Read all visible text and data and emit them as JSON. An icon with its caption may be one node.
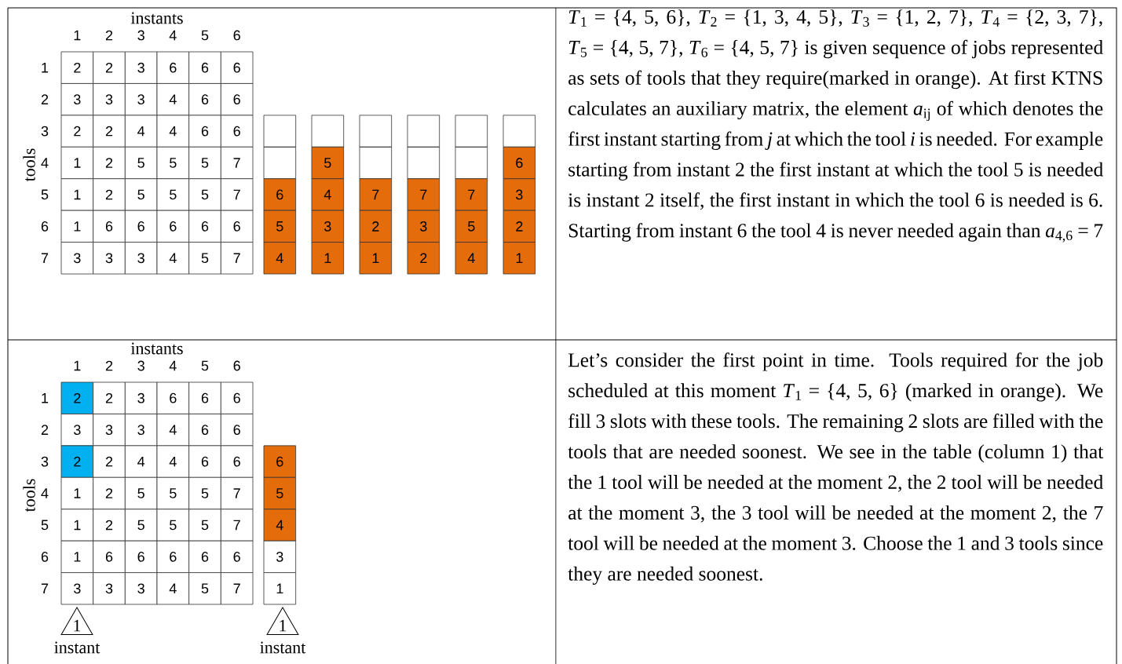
{
  "diagram": {
    "nodes": [
      {
        "text": [
          "1"
        ],
        "beside": [
          "instant"
        ]
      },
      {
        "text": [
          "1"
        ],
        "beside": [
          "instant"
        ]
      }
    ],
    "labels": [
      "instants",
      "1",
      "2",
      "3",
      "4",
      "5",
      "6",
      "1",
      "2",
      "2",
      "3",
      "6",
      "6",
      "6",
      "2",
      "3",
      "3",
      "3",
      "4",
      "6",
      "6",
      "3",
      "2",
      "2",
      "4",
      "4",
      "6",
      "6",
      "4",
      "1",
      "2",
      "5",
      "5",
      "5",
      "7",
      "5",
      "1",
      "2",
      "5",
      "5",
      "5",
      "7",
      "6",
      "1",
      "6",
      "6",
      "6",
      "6",
      "6",
      "7",
      "3",
      "3",
      "3",
      "4",
      "5",
      "7",
      "tools",
      "6",
      "5",
      "4",
      "5",
      "4",
      "3",
      "1",
      "7",
      "2",
      "1",
      "7",
      "3",
      "2",
      "7",
      "5",
      "4",
      "6",
      "3",
      "2",
      "1",
      "*T*$_{1}$ = {4, 5, 6}, *T*$_{2}$ = {1, 3, 4, 5}, *T*$_{3}$ = {1, 2, 7}, *T*$_{4}$ = {2, 3, 7}, *T*$_{5}$ = {4, 5, 7}, *T*$_{6}$ = {4, 5, 7} is given sequence of jobs represented as sets of tools that they require(marked in orange). At first KTNS calculates an auxiliary matrix, the element *a*$_{ij}$ of which denotes the first instant starting from *j* at which the tool *i* is needed. For example starting from instant 2 the first instant at which the tool 5 is needed is instant 2 itself, the first instant in which the tool 6 is needed is 6. Starting from instant 6 the tool 4 is never needed again than *a*$_{4,6}$ = 7",
      "instants",
      "1",
      "2",
      "3",
      "4",
      "5",
      "6",
      "1",
      "2",
      "2",
      "3",
      "6",
      "6",
      "6",
      "2",
      "3",
      "3",
      "3",
      "4",
      "6",
      "6",
      "3",
      "2",
      "2",
      "4",
      "4",
      "6",
      "6",
      "4",
      "1",
      "2",
      "5",
      "5",
      "5",
      "7",
      "5",
      "1",
      "2",
      "5",
      "5",
      "5",
      "7",
      "6",
      "1",
      "6",
      "6",
      "6",
      "6",
      "6",
      "7",
      "3",
      "3",
      "3",
      "4",
      "5",
      "7",
      "tools",
      "6",
      "5",
      "4",
      "3",
      "1",
      "Let’s consider the first point in time. Tools required for the job scheduled at this moment *T*$_{1}$ = {4, 5, 6} (marked in orange). We fill 3 slots with these tools. The remaining 2 slots are filled with the tools that are needed soonest. We see in the table (column 1) that the 1 tool will be needed at the moment 2, the 2 tool will be needed at the moment 3, the 3 tool will be needed at the moment 2, the 7 tool will be needed at the moment 3. Choose the 1 and 3 tools since they are needed soonest."
    ]
  }
}
